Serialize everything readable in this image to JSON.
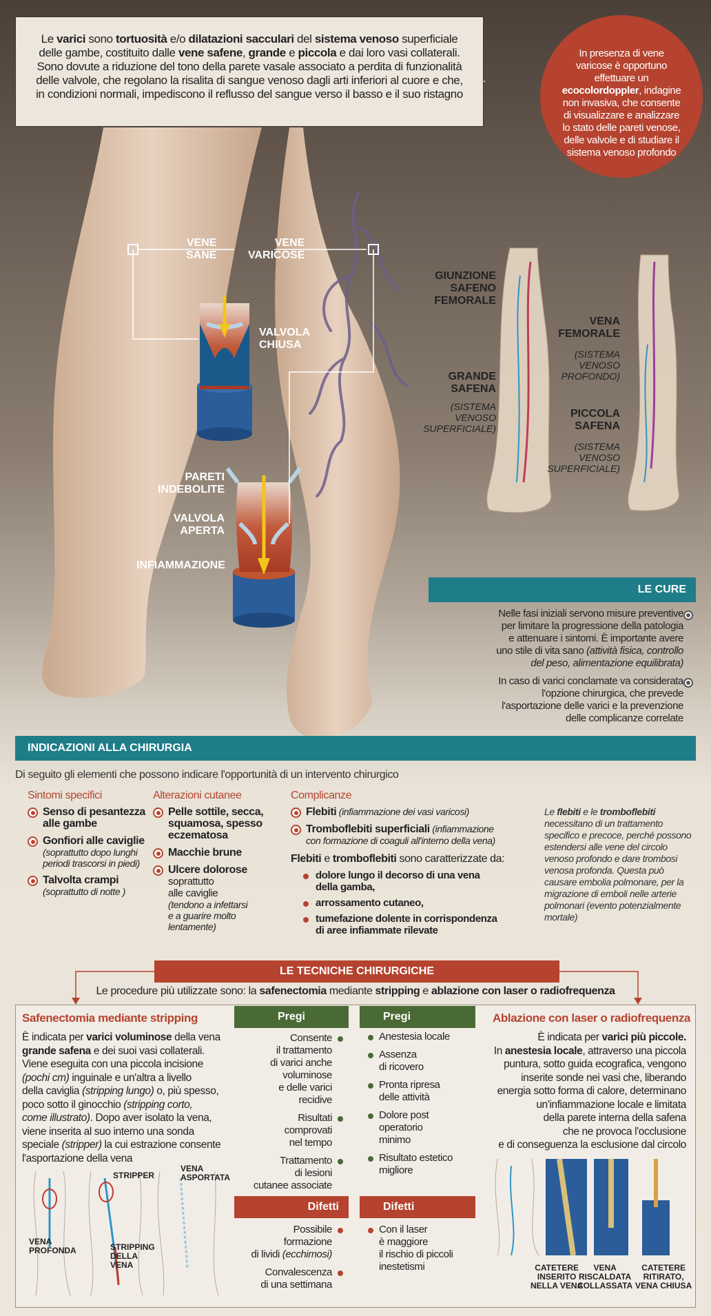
{
  "intro": {
    "l1a": "Le ",
    "l1b": "varici",
    "l1c": " sono ",
    "l1d": "tortuosità",
    "l1e": " e/o ",
    "l1f": "dilatazioni sacculari",
    "l1g": " del ",
    "l1h": "sistema venoso",
    "l1i": " superficiale",
    "l2a": "delle gambe, costituito dalle ",
    "l2b": "vene safene",
    "l2c": ",  ",
    "l2d": "grande",
    "l2e": " e ",
    "l2f": "piccola",
    "l2g": " e dai loro vasi collaterali.",
    "l3": "Sono dovute a riduzione del tono della parete vasale associato a perdita di funzionalità",
    "l4": "delle valvole, che regolano la risalita di sangue venoso  dagli arti inferiori al cuore e che,",
    "l5": "in condizioni normali, impediscono il reflusso del sangue verso il basso e il suo ristagno"
  },
  "doppler": {
    "a": "In presenza di vene varicose è opportuno effettuare un ",
    "b": "ecocolordoppler",
    "c": ", indagine non invasiva, che consente di visualizzare e analizzare lo stato delle pareti venose, delle valvole e di studiare il sistema venoso profondo"
  },
  "legs": {
    "healthy": [
      "VENE",
      "SANE"
    ],
    "varicose": [
      "VENE",
      "VARICOSE"
    ],
    "closed_valve": [
      "VALVOLA",
      "CHIUSA"
    ],
    "weak_walls": [
      "PARETI",
      "INDEBOLITE"
    ],
    "open_valve": [
      "VALVOLA",
      "APERTA"
    ],
    "inflammation": "INFIAMMAZIONE"
  },
  "anatomy": {
    "junction": [
      "GIUNZIONE",
      "SAFENO",
      "FEMORALE"
    ],
    "great": [
      "GRANDE",
      "SAFENA"
    ],
    "great_sub": [
      "(SISTEMA",
      "VENOSO",
      "SUPERFICIALE)"
    ],
    "femoral": [
      "VENA",
      "FEMORALE"
    ],
    "femoral_sub": [
      "(SISTEMA",
      "VENOSO",
      "PROFONDO)"
    ],
    "small": [
      "PICCOLA",
      "SAFENA"
    ],
    "small_sub": [
      "(SISTEMA",
      "VENOSO",
      "SUPERFICIALE)"
    ]
  },
  "cure": {
    "title": "LE CURE",
    "p1": [
      "Nelle fasi iniziali servono misure preventive",
      "per limitare la progressione della patologia",
      "e attenuare i sintomi. È importante  avere",
      "uno stile di vita sano "
    ],
    "p1i": [
      "(attività fisica, controllo",
      "del peso, alimentazione equilibrata)"
    ],
    "p2": [
      "In caso di  varici conclamate va considerata",
      "l'opzione chirurgica, che prevede",
      "l'asportazione delle varici e la prevenzione",
      "delle complicanze correlate"
    ]
  },
  "surgery": {
    "title": "INDICAZIONI ALLA CHIRURGIA",
    "intro": "Di seguito gli elementi che possono indicare l'opportunità di un intervento chirurgico",
    "col1": {
      "head": "Sintomi specifici",
      "i1": [
        "Senso di pesantezza",
        "alle gambe"
      ],
      "i2": "Gonfiori alle caviglie",
      "i2s": [
        "(soprattutto dopo lunghi",
        "periodi trascorsi in piedi)"
      ],
      "i3": "Talvolta crampi",
      "i3s": "(soprattutto di notte )"
    },
    "col2": {
      "head": "Alterazioni cutanee",
      "i1": [
        "Pelle sottile, secca,",
        "squamosa, spesso",
        "eczematosa"
      ],
      "i2": "Macchie brune",
      "i3": "Ulcere dolorose",
      "i3n": [
        "soprattutto",
        "alle caviglie"
      ],
      "i3s": [
        "(tendono a infettarsi",
        "e a guarire molto",
        "lentamente)"
      ]
    },
    "col3": {
      "head": "Complicanze",
      "i1": "Flebiti",
      "i1s": " (infiammazione dei vasi varicosi)",
      "i2": "Tromboflebiti superficiali",
      "i2s": " (infiammazione",
      "i2s2": "con formazione di coaguli all'interno della vena)",
      "sub_a": "Flebiti",
      "sub_b": " e ",
      "sub_c": "tromboflebiti",
      "sub_d": " sono caratterizzate da:",
      "s1": [
        "dolore lungo il decorso di una vena",
        "della gamba,"
      ],
      "s2": "arrossamento cutaneo,",
      "s3": [
        "tumefazione dolente in corrispondenza",
        "di aree infiammate rilevate"
      ]
    },
    "note": {
      "a": "Le ",
      "b": "flebiti",
      "c": " e le ",
      "d": "tromboflebiti",
      "e": " necessitano di un trattamento specifico e precoce, perché possono estendersi alle vene del circolo venoso profondo e dare trombosi venosa profonda. Questa può causare  embolia polmonare,  per la migrazione di  emboli nelle arterie polmonari (evento potenzialmente mortale)"
    }
  },
  "techniques": {
    "title": "LE TECNICHE CHIRURGICHE",
    "intro_a": "Le  procedure più utilizzate sono: la ",
    "intro_b": "safenectomia",
    "intro_c": " mediante ",
    "intro_d": "stripping",
    "intro_e": " e ",
    "intro_f": "ablazione con laser o radiofrequenza",
    "stripping": {
      "title": "Safenectomia mediante stripping",
      "t1": "È indicata per ",
      "t2": "varici voluminose",
      "t3": " della vena",
      "t4": "grande safena",
      "t5": " e dei suoi vasi collaterali.",
      "t6": "Viene eseguita con una piccola incisione",
      "t7": "(pochi cm)",
      "t8": " inguinale e un'altra a livello",
      "t9": "della caviglia ",
      "t10": "(stripping lungo)",
      "t11": " o, più spesso,",
      "t12": "poco sotto il ginocchio ",
      "t13": "(stripping corto,",
      "t14": "come illustrato)",
      "t15": ". Dopo aver isolato la vena,",
      "t16": "viene inserita al suo interno una sonda",
      "t17": "speciale ",
      "t18": "(stripper)",
      "t19": "  la cui estrazione consente",
      "t20": "l'asportazione della vena",
      "lbl_deep": [
        "VENA",
        "PROFONDA"
      ],
      "lbl_stripper": "STRIPPER",
      "lbl_strip": [
        "STRIPPING",
        "DELLA",
        "VENA"
      ],
      "lbl_removed": [
        "VENA",
        "ASPORTATA"
      ]
    },
    "pros_left": {
      "head": "Pregi",
      "p1": [
        "Consente",
        "il trattamento",
        "di varici anche",
        "voluminose",
        "e delle varici",
        "recidive"
      ],
      "p2": [
        "Risultati",
        "comprovati",
        "nel tempo"
      ],
      "p3": [
        "Trattamento",
        "di lesioni",
        "cutanee associate"
      ]
    },
    "cons_left": {
      "head": "Difetti",
      "c1": [
        "Possibile",
        "formazione"
      ],
      "c1b": "di lividi ",
      "c1c": "(ecchimosi)",
      "c2": [
        "Convalescenza",
        "di una settimana"
      ]
    },
    "pros_right": {
      "head": "Pregi",
      "p1": "Anestesia locale",
      "p2": [
        "Assenza",
        "di ricovero"
      ],
      "p3": [
        "Pronta ripresa",
        "delle attività"
      ],
      "p4": [
        "Dolore post",
        "operatorio",
        "minimo"
      ],
      "p5": [
        "Risultato estetico",
        "migliore"
      ]
    },
    "cons_right": {
      "head": "Difetti",
      "c1": [
        "Con  il laser",
        "è maggiore",
        "il rischio di piccoli",
        "inestetismi"
      ]
    },
    "ablation": {
      "title": "Ablazione con laser o radiofrequenza",
      "t1": "È indicata per ",
      "t2": "varici  più piccole.",
      "t3": "In ",
      "t4": "anestesia locale",
      "t5": ", attraverso una piccola",
      "t6": "puntura, sotto guida ecografica, vengono",
      "t7": "inserite sonde nei vasi che, liberando",
      "t8": "energia sotto forma di calore, determinano",
      "t9": "un'infiammazione locale e limitata",
      "t10": "della parete interna della safena",
      "t11": "che ne provoca l'occlusione",
      "t12": "e di conseguenza la esclusione dal circolo",
      "lbl1": [
        "CATETERE",
        "INSERITO",
        "NELLA VENA"
      ],
      "lbl2": [
        "VENA",
        "RISCALDATA",
        "COLLASSATA"
      ],
      "lbl3": [
        "CATETERE",
        "RITIRATO,",
        "VENA CHIUSA"
      ]
    }
  }
}
